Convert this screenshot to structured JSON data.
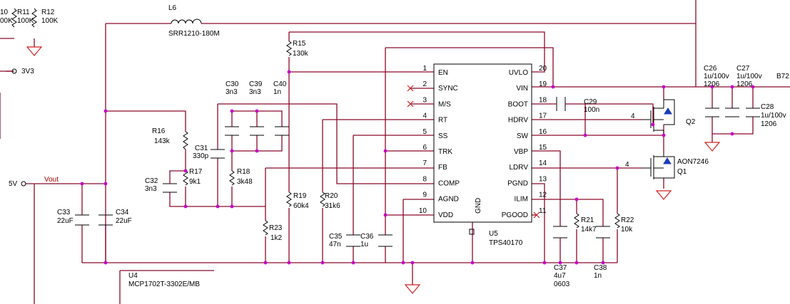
{
  "title": "",
  "colors": {
    "wire": "#8b0a2a",
    "junction": "#c800c8",
    "ground": "#d32020",
    "component": "#000000",
    "net_label": "#b00000"
  },
  "ic": {
    "ref": "U5",
    "part": "TPS40170",
    "gnd_label": "GND",
    "left_pins": [
      {
        "name": "EN",
        "num": "1"
      },
      {
        "name": "SYNC",
        "num": "2"
      },
      {
        "name": "M/S",
        "num": "3"
      },
      {
        "name": "RT",
        "num": "4"
      },
      {
        "name": "SS",
        "num": "5"
      },
      {
        "name": "TRK",
        "num": "6"
      },
      {
        "name": "FB",
        "num": "7"
      },
      {
        "name": "COMP",
        "num": "8"
      },
      {
        "name": "AGND",
        "num": "9"
      },
      {
        "name": "VDD",
        "num": "10"
      }
    ],
    "right_pins": [
      {
        "name": "UVLO",
        "num": "20"
      },
      {
        "name": "VIN",
        "num": "19"
      },
      {
        "name": "BOOT",
        "num": "18"
      },
      {
        "name": "HDRV",
        "num": "17"
      },
      {
        "name": "SW",
        "num": "16"
      },
      {
        "name": "VBP",
        "num": "15"
      },
      {
        "name": "LDRV",
        "num": "14"
      },
      {
        "name": "PGND",
        "num": "13"
      },
      {
        "name": "ILIM",
        "num": "12"
      },
      {
        "name": "PGOOD",
        "num": "11"
      }
    ]
  },
  "labels": {
    "r10": "10",
    "r10v": "00K",
    "r11": "R11",
    "r11v": "100K",
    "r12": "R12",
    "r12v": "100K",
    "l6": "L6",
    "l6v": "SRR1210-180M",
    "v3v3": "3V3",
    "r15": "R15",
    "r15v": "130k",
    "c30": "C30",
    "c30v": "3n3",
    "c39": "C39",
    "c39v": "3n3",
    "c40": "C40",
    "c40v": "1n",
    "r16": "R16",
    "r16v": "143k",
    "c31": "C31",
    "c31v": "330p",
    "r17": "R17",
    "r17v": "9k1",
    "r18": "R18",
    "r18v": "3k48",
    "c32": "C32",
    "c32v": "3n3",
    "r19": "R19",
    "r19v": "60k4",
    "r20": "R20",
    "r20v": "31k6",
    "in5v": "5V",
    "vout": "Vout",
    "c33": "C33",
    "c33v": "22uF",
    "c34": "C34",
    "c34v": "22uF",
    "r23": "R23",
    "r23v": "1k2",
    "c35": "C35",
    "c35v": "47n",
    "c36": "C36",
    "c36v": "1u",
    "c29": "C29",
    "c29v": "100n",
    "c26": "C26",
    "c26v": "1u/100v",
    "c26p": "1206",
    "c27": "C27",
    "c27v": "1u/100v",
    "c27p": "1206",
    "c28": "C28",
    "c28v": "1u/100v",
    "c28p": "1206",
    "b72": "B72",
    "q2": "Q2",
    "q1": "Q1",
    "q1p": "AON7246",
    "gate4a": "4",
    "gate4b": "4",
    "r21": "R21",
    "r21v": "14k7",
    "r22": "R22",
    "r22v": "10k",
    "c37": "C37",
    "c37v": "4u7",
    "c37p": "0603",
    "c38": "C38",
    "c38v": "1n",
    "u4": "U4",
    "u4p": "MCP1702T-3302E/MB"
  }
}
